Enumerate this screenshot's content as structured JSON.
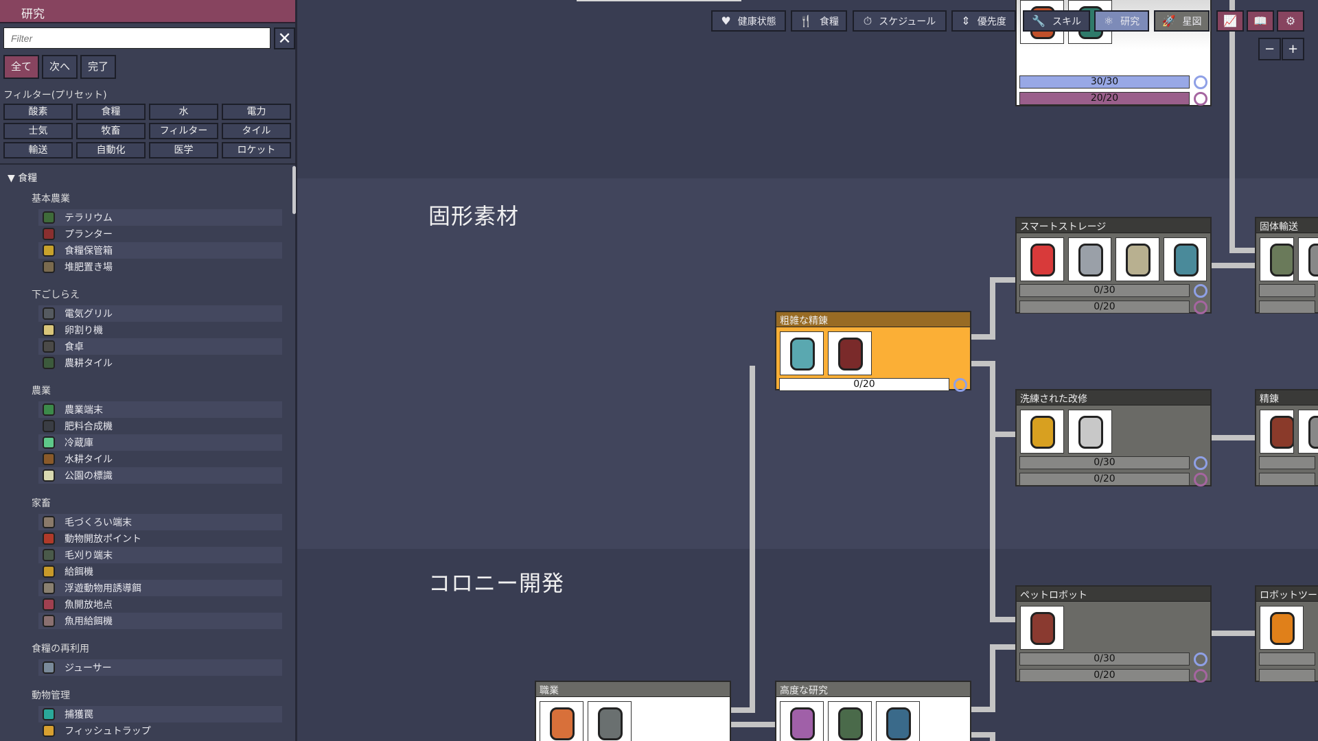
{
  "sidebar": {
    "title": "研究",
    "filter_placeholder": "Filter",
    "clear_icon": "close-icon",
    "status_buttons": [
      {
        "label": "全て",
        "active": true
      },
      {
        "label": "次へ"
      },
      {
        "label": "完了"
      }
    ],
    "presets_label": "フィルター(プリセット)",
    "presets": [
      "酸素",
      "食糧",
      "水",
      "電力",
      "士気",
      "牧畜",
      "フィルター",
      "タイル",
      "輸送",
      "自動化",
      "医学",
      "ロケット"
    ],
    "category": "食糧",
    "groups": [
      {
        "title": "基本農業",
        "items": [
          {
            "label": "テラリウム",
            "color": "#3f6b3a"
          },
          {
            "label": "プランター",
            "color": "#8a2f2f"
          },
          {
            "label": "食糧保管箱",
            "color": "#c8a22c"
          },
          {
            "label": "堆肥置き場",
            "color": "#7a6a4e"
          }
        ]
      },
      {
        "title": "下ごしらえ",
        "items": [
          {
            "label": "電気グリル",
            "color": "#555a60"
          },
          {
            "label": "卵割り機",
            "color": "#d9c57a"
          },
          {
            "label": "食卓",
            "color": "#4b4a48"
          },
          {
            "label": "農耕タイル",
            "color": "#3c5a3c"
          }
        ]
      },
      {
        "title": "農業",
        "items": [
          {
            "label": "農業端末",
            "color": "#3c8a4a"
          },
          {
            "label": "肥料合成機",
            "color": "#3a3d44"
          },
          {
            "label": "冷蔵庫",
            "color": "#5ec98a"
          },
          {
            "label": "水耕タイル",
            "color": "#8a5a2a"
          },
          {
            "label": "公園の標識",
            "color": "#d8d8b0"
          }
        ]
      },
      {
        "title": "家畜",
        "items": [
          {
            "label": "毛づくろい端末",
            "color": "#8a7a6a"
          },
          {
            "label": "動物開放ポイント",
            "color": "#b03a2a"
          },
          {
            "label": "毛刈り端末",
            "color": "#4a5a4a"
          },
          {
            "label": "給餌機",
            "color": "#c89a2a"
          },
          {
            "label": "浮遊動物用誘導餌",
            "color": "#8a8070"
          },
          {
            "label": "魚開放地点",
            "color": "#a04050"
          },
          {
            "label": "魚用給餌機",
            "color": "#8a7070"
          }
        ]
      },
      {
        "title": "食糧の再利用",
        "items": [
          {
            "label": "ジューサー",
            "color": "#7a8a9a"
          }
        ]
      },
      {
        "title": "動物管理",
        "items": [
          {
            "label": "捕獲罠",
            "color": "#2aa89a"
          },
          {
            "label": "フィッシュトラップ",
            "color": "#d8a030"
          }
        ]
      }
    ]
  },
  "toolbar": {
    "buttons": [
      {
        "label": "健康状態",
        "icon": "heart-icon",
        "glyph": "♥"
      },
      {
        "label": "食糧",
        "icon": "fork-knife-icon",
        "glyph": "🍴"
      },
      {
        "label": "スケジュール",
        "icon": "stopwatch-icon",
        "glyph": "⏱"
      },
      {
        "label": "優先度",
        "icon": "priority-arrows-icon",
        "glyph": "⇕"
      },
      {
        "label": "スキル",
        "icon": "wrench-icon",
        "glyph": "🔧"
      },
      {
        "label": "研究",
        "icon": "atom-icon",
        "glyph": "⚛",
        "active": true
      },
      {
        "label": "星図",
        "icon": "rocket-icon",
        "glyph": "🚀"
      }
    ],
    "icon_buttons": [
      {
        "icon": "chart-icon",
        "glyph": "📈"
      },
      {
        "icon": "book-icon",
        "glyph": "📖"
      },
      {
        "icon": "gear-icon",
        "glyph": "⚙"
      }
    ],
    "zoom_out": "−",
    "zoom_in": "+"
  },
  "bands": [
    {
      "label": "固形素材"
    },
    {
      "label": "コロニー開発"
    }
  ],
  "colors": {
    "research_blue": "#98a8e6",
    "research_purple": "#9a5f8b",
    "active_card": "#fbaf36",
    "accent": "#87445f"
  },
  "cards": [
    {
      "id": "completed-top",
      "title": "",
      "state": "done",
      "icons": [
        "#c0502a",
        "#2f7a6a"
      ],
      "bars": [
        {
          "text": "30/30",
          "value": 1,
          "kind": "blue"
        },
        {
          "text": "20/20",
          "value": 1,
          "kind": "purple"
        }
      ]
    },
    {
      "id": "smart-storage",
      "title": "スマートストレージ",
      "icons": [
        "#d83a3a",
        "#9aa0a8",
        "#b8b090",
        "#4a8a9a"
      ],
      "bars": [
        {
          "text": "0/30",
          "value": 0,
          "kind": "blue"
        },
        {
          "text": "0/20",
          "value": 0,
          "kind": "purple"
        }
      ]
    },
    {
      "id": "solid-transport",
      "title": "固体輸送",
      "icons": [
        "#6a7a5a",
        "#888"
      ],
      "bars": [
        {
          "text": "",
          "value": 0,
          "kind": "blue"
        },
        {
          "text": "",
          "value": 0,
          "kind": "purple"
        }
      ]
    },
    {
      "id": "crude-refining",
      "title": "粗雑な精錬",
      "state": "active",
      "icons": [
        "#5aa8b0",
        "#7a2a2a"
      ],
      "bars": [
        {
          "text": "0/20",
          "value": 0,
          "kind": "blue"
        }
      ]
    },
    {
      "id": "refined-renovations",
      "title": "洗練された改修",
      "icons": [
        "#d8a020",
        "#c8c8c8"
      ],
      "bars": [
        {
          "text": "0/30",
          "value": 0,
          "kind": "blue"
        },
        {
          "text": "0/20",
          "value": 0,
          "kind": "purple"
        }
      ]
    },
    {
      "id": "refining",
      "title": "精錬",
      "icons": [
        "#8a3a2a",
        "#888"
      ],
      "bars": [
        {
          "text": "",
          "value": 0,
          "kind": "blue"
        },
        {
          "text": "",
          "value": 0,
          "kind": "purple"
        }
      ]
    },
    {
      "id": "pet-robot",
      "title": "ペットロボット",
      "icons": [
        "#8a3a30"
      ],
      "bars": [
        {
          "text": "0/30",
          "value": 0,
          "kind": "blue"
        },
        {
          "text": "0/20",
          "value": 0,
          "kind": "purple"
        }
      ]
    },
    {
      "id": "robot-tools",
      "title": "ロボットツー",
      "icons": [
        "#e0801a"
      ],
      "bars": [
        {
          "text": "",
          "value": 0,
          "kind": "blue"
        },
        {
          "text": "",
          "value": 0,
          "kind": "purple"
        }
      ]
    },
    {
      "id": "jobs",
      "title": "職業",
      "state": "done",
      "icons": [
        "#d8703a",
        "#6a7070"
      ],
      "bars": []
    },
    {
      "id": "advanced-research",
      "title": "高度な研究",
      "state": "done",
      "icons": [
        "#a060a8",
        "#4a6a4a",
        "#3a6a8a"
      ],
      "bars": []
    }
  ]
}
